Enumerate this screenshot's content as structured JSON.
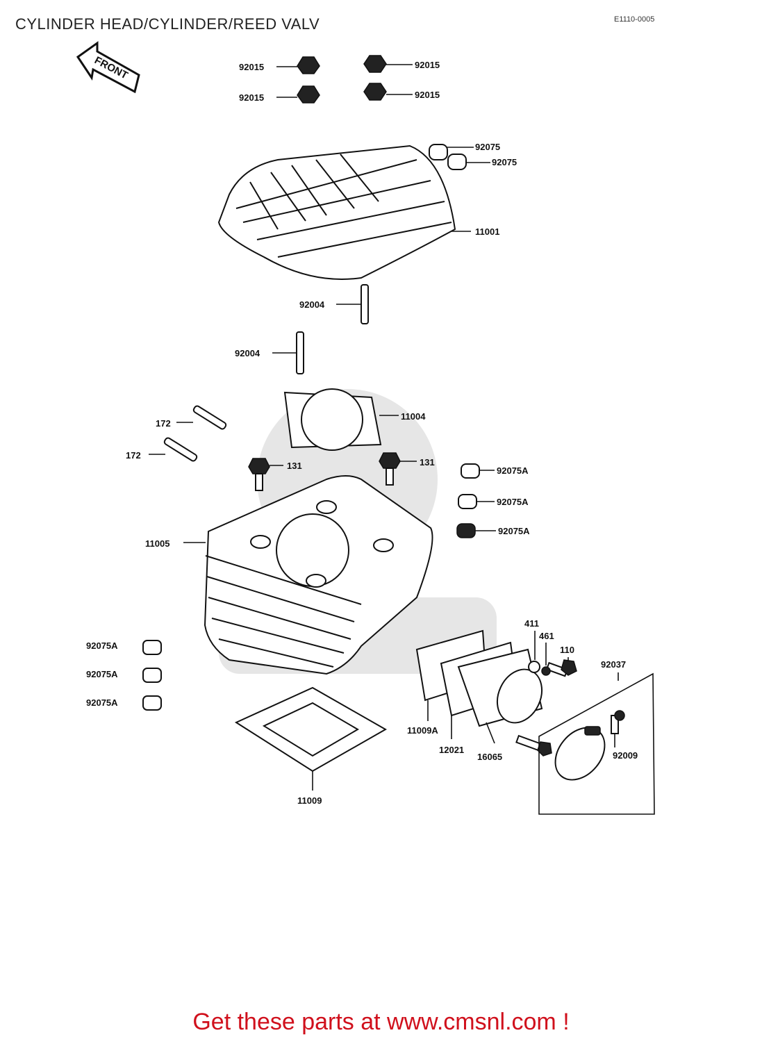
{
  "header": {
    "title": "CYLINDER HEAD/CYLINDER/REED VALV",
    "diagram_code": "E1110-0005"
  },
  "orientation": {
    "front_label": "FRONT"
  },
  "part_labels": {
    "p92015_a": "92015",
    "p92015_b": "92015",
    "p92015_c": "92015",
    "p92015_d": "92015",
    "p92075_a": "92075",
    "p92075_b": "92075",
    "p11001": "11001",
    "p92004_a": "92004",
    "p92004_b": "92004",
    "p11004": "11004",
    "p172_a": "172",
    "p172_b": "172",
    "p131_a": "131",
    "p131_b": "131",
    "p92075A_r1": "92075A",
    "p92075A_r2": "92075A",
    "p92075A_r3": "92075A",
    "p11005": "11005",
    "p92075A_l1": "92075A",
    "p92075A_l2": "92075A",
    "p92075A_l3": "92075A",
    "p411": "411",
    "p461": "461",
    "p110": "110",
    "p92037": "92037",
    "p11009A": "11009A",
    "p12021": "12021",
    "p16065": "16065",
    "p92009": "92009",
    "p11009": "11009"
  },
  "footer": {
    "text": "Get these parts at www.cmsnl.com !"
  },
  "colors": {
    "footer_text": "#d0101c",
    "line": "#111111",
    "watermark": "#e6e6e6"
  }
}
